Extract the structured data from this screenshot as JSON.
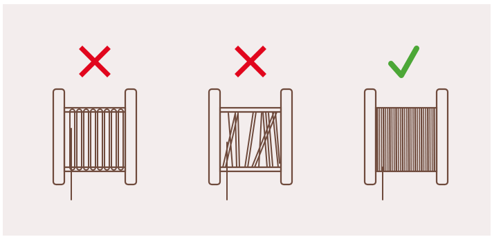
{
  "colors": {
    "background": "#f3eded",
    "thread": "#6e4a3c",
    "wrong_mark": "#e1061d",
    "correct_mark": "#4ca737"
  },
  "spools": [
    {
      "id": "spool-loose-winding",
      "verdict": "incorrect",
      "mark_icon": "cross-icon"
    },
    {
      "id": "spool-crossed-winding",
      "verdict": "incorrect",
      "mark_icon": "cross-icon"
    },
    {
      "id": "spool-tight-even-winding",
      "verdict": "correct",
      "mark_icon": "check-icon"
    }
  ]
}
